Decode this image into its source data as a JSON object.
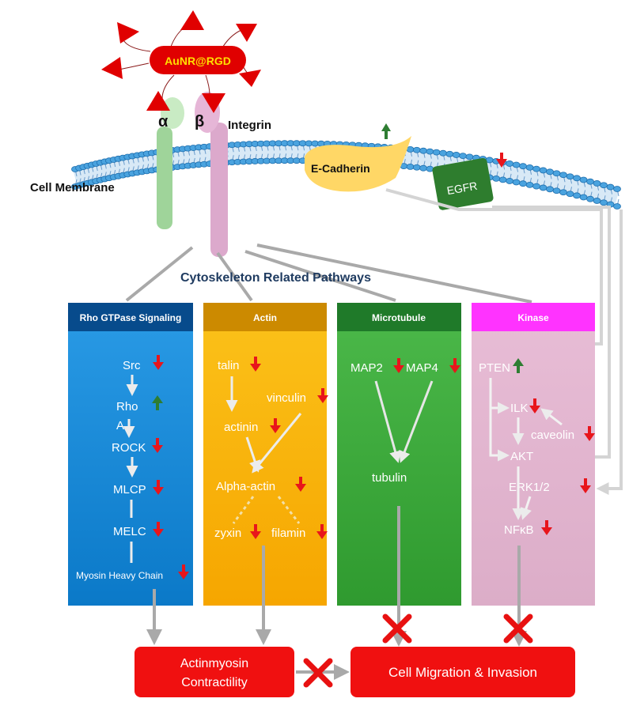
{
  "nanoparticle": {
    "label": "AuNR@RGD"
  },
  "integrin": {
    "alpha": "α",
    "beta": "β",
    "label": "Integrin"
  },
  "membrane": {
    "label": "Cell Membrane"
  },
  "ecadherin": {
    "label": "E-Cadherin"
  },
  "egfr": {
    "label": "EGFR"
  },
  "pathways_title": "Cytoskeleton Related Pathways",
  "panels": {
    "rho": {
      "title": "Rho GTPase Signaling",
      "src": "Src",
      "rho_line1": "Rho",
      "rho_line2": "A",
      "rock": "ROCK",
      "mlcp": "MLCP",
      "melc": "MELC",
      "myosin": "Myosin Heavy Chain"
    },
    "actin": {
      "title": "Actin",
      "talin": "talin",
      "vinculin": "vinculin",
      "actinin": "actinin",
      "alpha_actin": "Alpha-actin",
      "zyxin": "zyxin",
      "filamin": "filamin"
    },
    "microtubule": {
      "title": "Microtubule",
      "map2": "MAP2",
      "map4": "MAP4",
      "tubulin": "tubulin"
    },
    "kinase": {
      "title": "Kinase",
      "pten": "PTEN",
      "ilk": "ILK",
      "caveolin": "caveolin",
      "akt": "AKT",
      "erk": "ERK1/2",
      "nfkb": "NFκB"
    }
  },
  "outcomes": {
    "contractility_line1": "Actinmyosin",
    "contractility_line2": "Contractility",
    "migration": "Cell Migration & Invasion"
  },
  "colors": {
    "up": "#2e7d32",
    "down": "#e8151b",
    "rho_panel": "#1388d6",
    "actin_panel": "#f7b500",
    "microtubule_panel": "#3aa53a",
    "kinase_panel": "#e2b4cf",
    "kinase_header": "#ff33ff",
    "outcome": "#f01010"
  }
}
